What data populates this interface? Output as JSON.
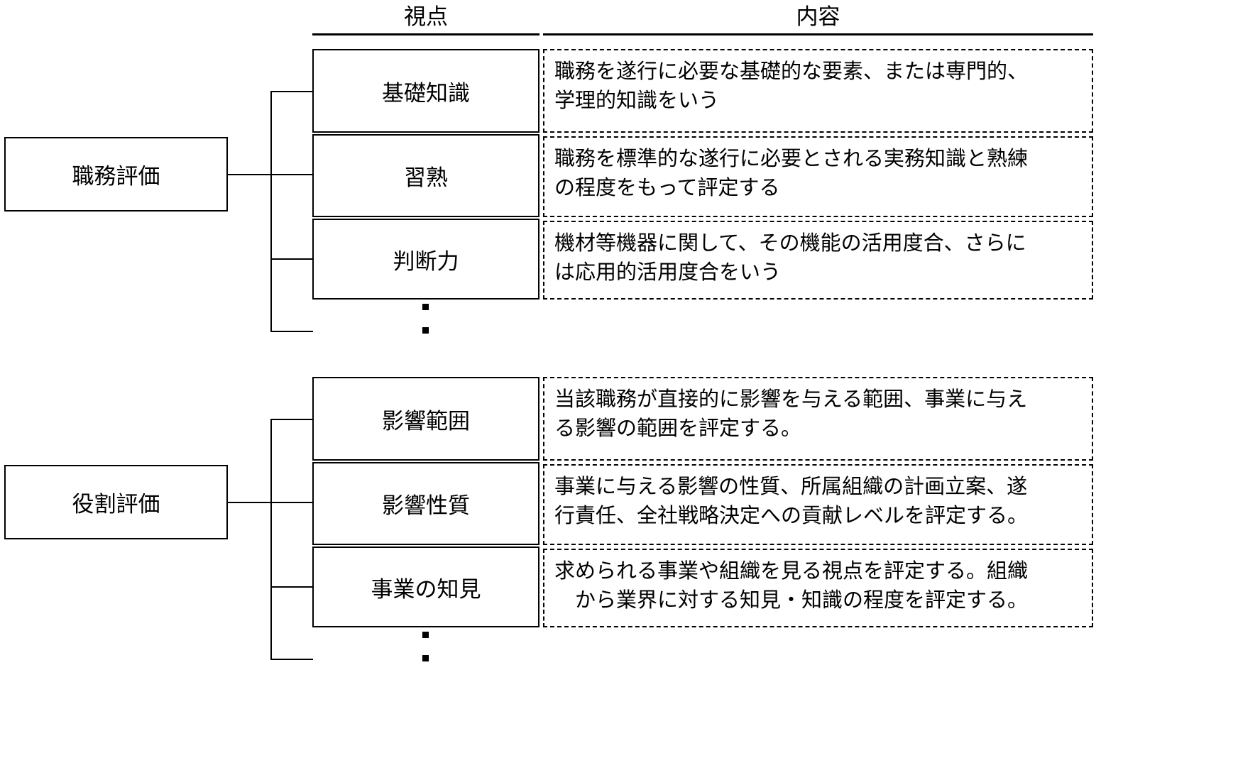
{
  "headers": {
    "viewpoint": "視点",
    "content": "内容"
  },
  "sections": [
    {
      "root_label": "職務評価",
      "items": [
        {
          "viewpoint": "基礎知識",
          "content_lines": [
            "職務を遂行に必要な基礎的な要素、または専門的、",
            "学理的知識をいう"
          ]
        },
        {
          "viewpoint": "習熟",
          "content_lines": [
            "職務を標準的な遂行に必要とされる実務知識と熟練",
            "の程度をもって評定する"
          ]
        },
        {
          "viewpoint": "判断力",
          "content_lines": [
            "機材等機器に関して、その機能の活用度合、さらに",
            "は応用的活用度合をいう"
          ]
        }
      ],
      "more_indicator": "⋮"
    },
    {
      "root_label": "役割評価",
      "items": [
        {
          "viewpoint": "影響範囲",
          "content_lines": [
            "当該職務が直接的に影響を与える範囲、事業に与え",
            "る影響の範囲を評定する。"
          ]
        },
        {
          "viewpoint": "影響性質",
          "content_lines": [
            "事業に与える影響の性質、所属組織の計画立案、遂",
            "行責任、全社戦略決定への貢献レベルを評定する。"
          ]
        },
        {
          "viewpoint": "事業の知見",
          "content_lines": [
            "求められる事業や組織を見る視点を評定する。組織",
            "　から業界に対する知見・知識の程度を評定する。"
          ]
        }
      ],
      "more_indicator": "⋮"
    }
  ],
  "colors": {
    "line": "#000000",
    "background": "#ffffff"
  }
}
